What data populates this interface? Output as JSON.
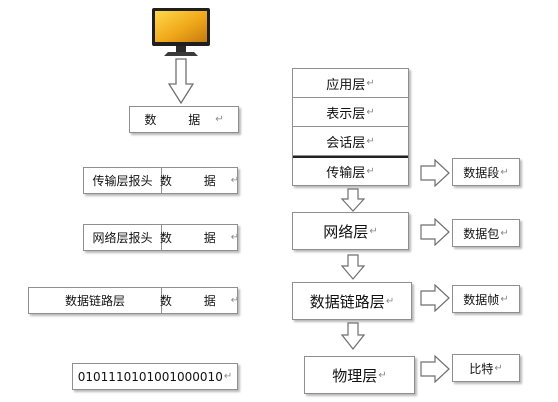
{
  "left": {
    "data_label": "数 据",
    "transport_header": "传输层报头",
    "network_header": "网络层报头",
    "datalink_header": "数据链路层",
    "payload_label": "数 据",
    "bitstream": "0101110101001000010"
  },
  "stack": {
    "application": "应用层",
    "presentation": "表示层",
    "session": "会话层",
    "transport": "传输层"
  },
  "layers": {
    "network": "网络层",
    "datalink": "数据链路层",
    "physical": "物理层"
  },
  "units": {
    "segment": "数据段",
    "packet": "数据包",
    "frame": "数据帧",
    "bit": "比特"
  },
  "return_mark": "↵"
}
